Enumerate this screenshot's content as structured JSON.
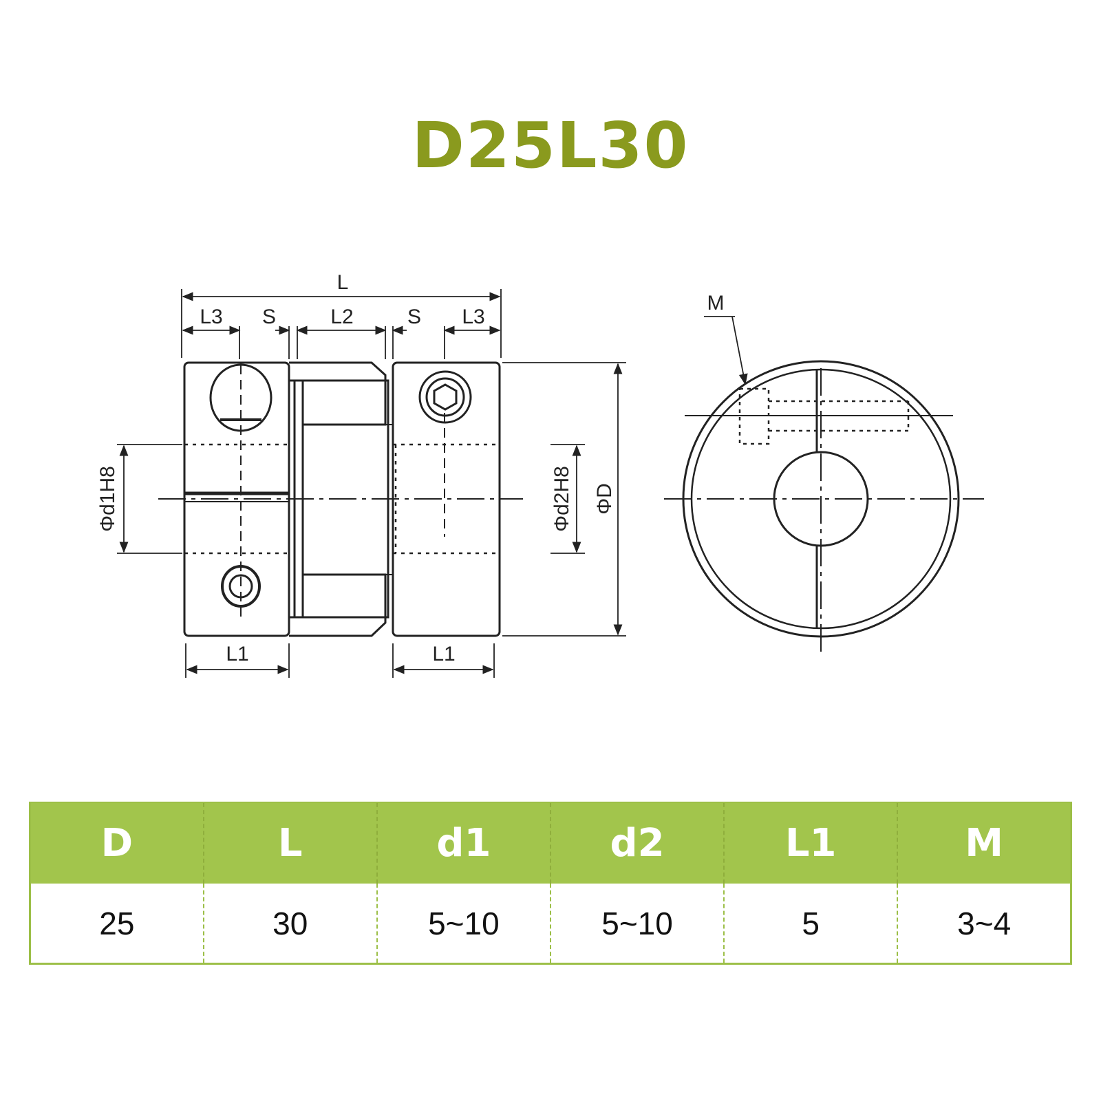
{
  "title": "D25L30",
  "dimension_labels": {
    "L": "L",
    "L3_left": "L3",
    "S_left": "S",
    "L2": "L2",
    "S_right": "S",
    "L3_right": "L3",
    "L1_left": "L1",
    "L1_right": "L1",
    "d1": "Φd1H8",
    "d2": "Φd2H8",
    "D": "ΦD",
    "M": "M"
  },
  "table": {
    "headers": [
      "D",
      "L",
      "d1",
      "d2",
      "L1",
      "M"
    ],
    "values": [
      "25",
      "30",
      "5~10",
      "5~10",
      "5",
      "3~4"
    ]
  }
}
